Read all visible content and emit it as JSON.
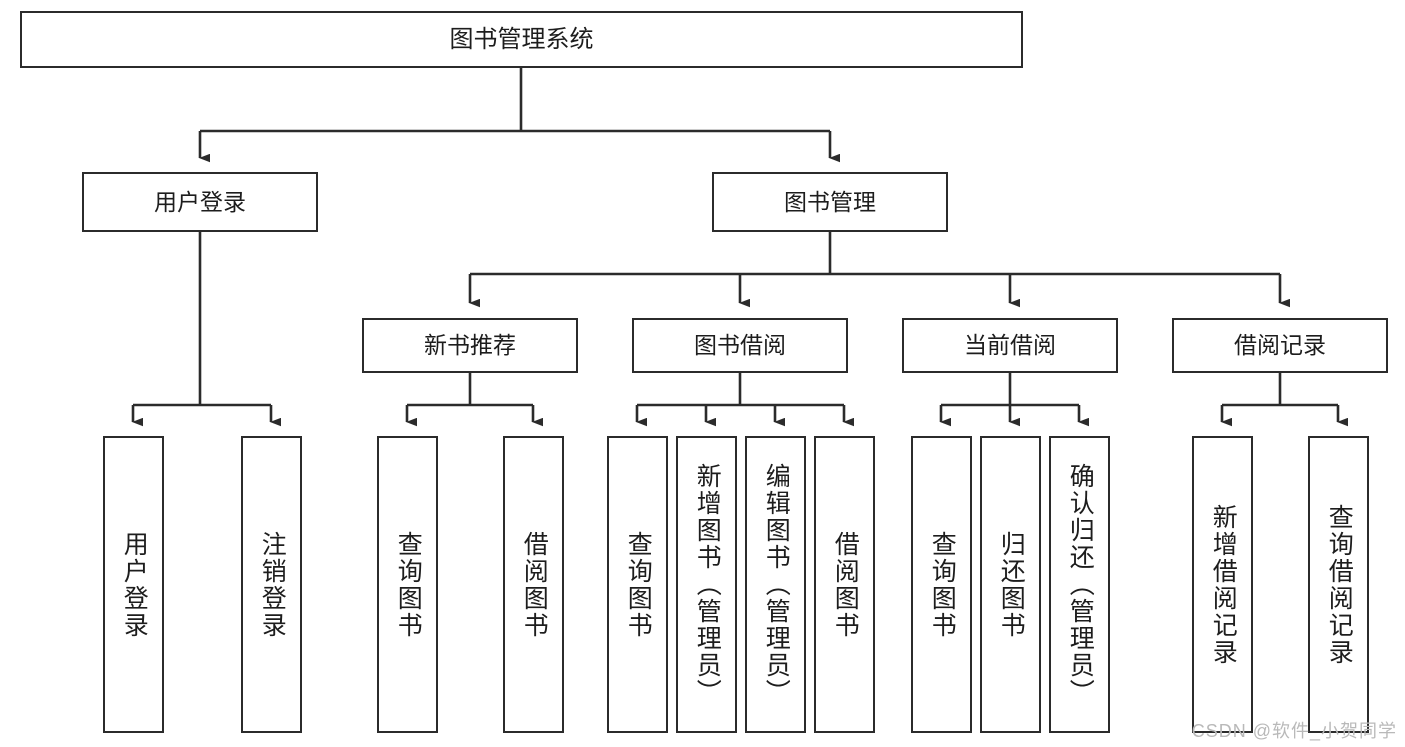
{
  "diagram": {
    "title": "图书管理系统",
    "root": {
      "label": "图书管理系统"
    },
    "level2": [
      {
        "label": "用户登录"
      },
      {
        "label": "图书管理"
      }
    ],
    "level3": [
      {
        "label": "新书推荐"
      },
      {
        "label": "图书借阅"
      },
      {
        "label": "当前借阅"
      },
      {
        "label": "借阅记录"
      }
    ],
    "leaves": {
      "user_login": [
        {
          "label": "用户登录"
        },
        {
          "label": "注销登录"
        }
      ],
      "new_book_recommend": [
        {
          "label": "查询图书"
        },
        {
          "label": "借阅图书"
        }
      ],
      "book_borrow": [
        {
          "label": "查询图书"
        },
        {
          "label": "新增图书（管理员）"
        },
        {
          "label": "编辑图书（管理员）"
        },
        {
          "label": "借阅图书"
        }
      ],
      "current_borrow": [
        {
          "label": "查询图书"
        },
        {
          "label": "归还图书"
        },
        {
          "label": "确认归还（管理员）"
        }
      ],
      "borrow_record": [
        {
          "label": "新增借阅记录"
        },
        {
          "label": "查询借阅记录"
        }
      ]
    },
    "watermark": "CSDN @软件_小贺同学",
    "colors": {
      "border": "#2b2b2b",
      "text": "#1d1d1d",
      "background": "#ffffff",
      "watermark": "#b9b9b9"
    }
  }
}
